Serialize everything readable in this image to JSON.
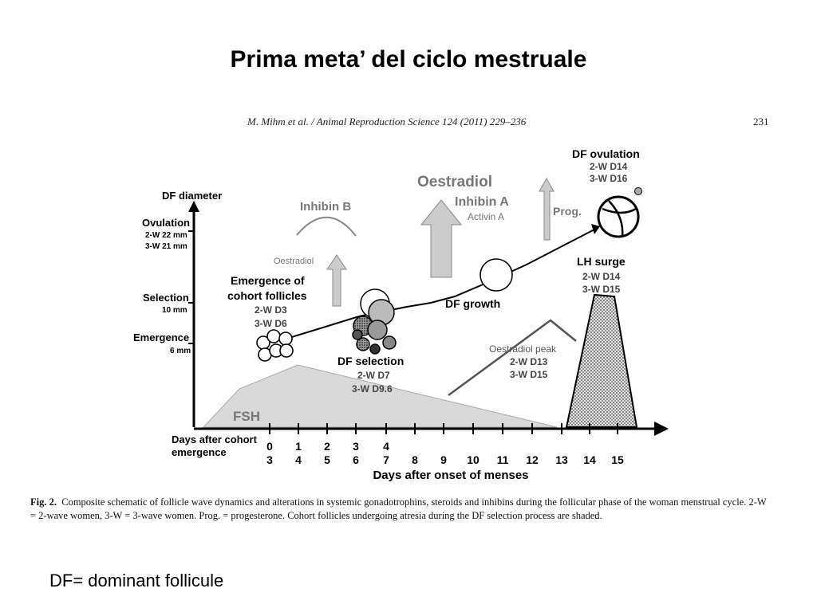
{
  "slide": {
    "title": "Prima meta’ del ciclo mestruale",
    "footnote": "DF= dominant follicule"
  },
  "figure": {
    "citation": "M. Mihm et al. / Animal Reproduction Science 124 (2011) 229–236",
    "page_number": "231",
    "y_axis": {
      "title": "DF diameter",
      "ovulation_label": "Ovulation",
      "ovulation_sub1": "2-W 22 mm",
      "ovulation_sub2": "3-W 21 mm",
      "selection_label": "Selection",
      "selection_sub": "10 mm",
      "emergence_label": "Emergence",
      "emergence_sub": "6 mm"
    },
    "x_axis": {
      "cohort_label_line1": "Days  after cohort",
      "cohort_label_line2": "emergence",
      "cohort_days": [
        "0",
        "1",
        "2",
        "3",
        "4"
      ],
      "menses_days": [
        "3",
        "4",
        "5",
        "6",
        "7",
        "8",
        "9",
        "10",
        "11",
        "12",
        "13",
        "14",
        "15"
      ],
      "title": "Days after onset of menses"
    },
    "labels": {
      "inhibin_b": "Inhibin B",
      "oestradiol_small": "Oestradiol",
      "oestradiol_large": "Oestradiol",
      "inhibin_a": "Inhibin A",
      "activin_a": "Activin A",
      "prog": "Prog.",
      "df_ovulation": "DF ovulation",
      "df_ovulation_2w": "2-W D14",
      "df_ovulation_3w": "3-W D16",
      "emergence_line1": "Emergence of",
      "emergence_line2": "cohort follicles",
      "emergence_2w": "2-W D3",
      "emergence_3w": "3-W D6",
      "df_growth": "DF growth",
      "lh_surge": "LH surge",
      "lh_surge_2w": "2-W D14",
      "lh_surge_3w": "3-W D15",
      "df_selection": "DF selection",
      "df_selection_2w": "2-W D7",
      "df_selection_3w": "3-W D9.6",
      "oestradiol_peak": "Oestradiol peak",
      "oestradiol_peak_2w": "2-W D13",
      "oestradiol_peak_3w": "3-W D15",
      "fsh": "FSH"
    },
    "caption": {
      "label": "Fig. 2.",
      "text": "Composite schematic of follicle wave dynamics and alterations in systemic gonadotrophins, steroids and inhibins during the follicular phase of the woman menstrual cycle. 2-W = 2-wave women, 3-W = 3-wave women. Prog. = progesterone. Cohort follicles undergoing atresia during the DF selection process are shaded."
    }
  }
}
